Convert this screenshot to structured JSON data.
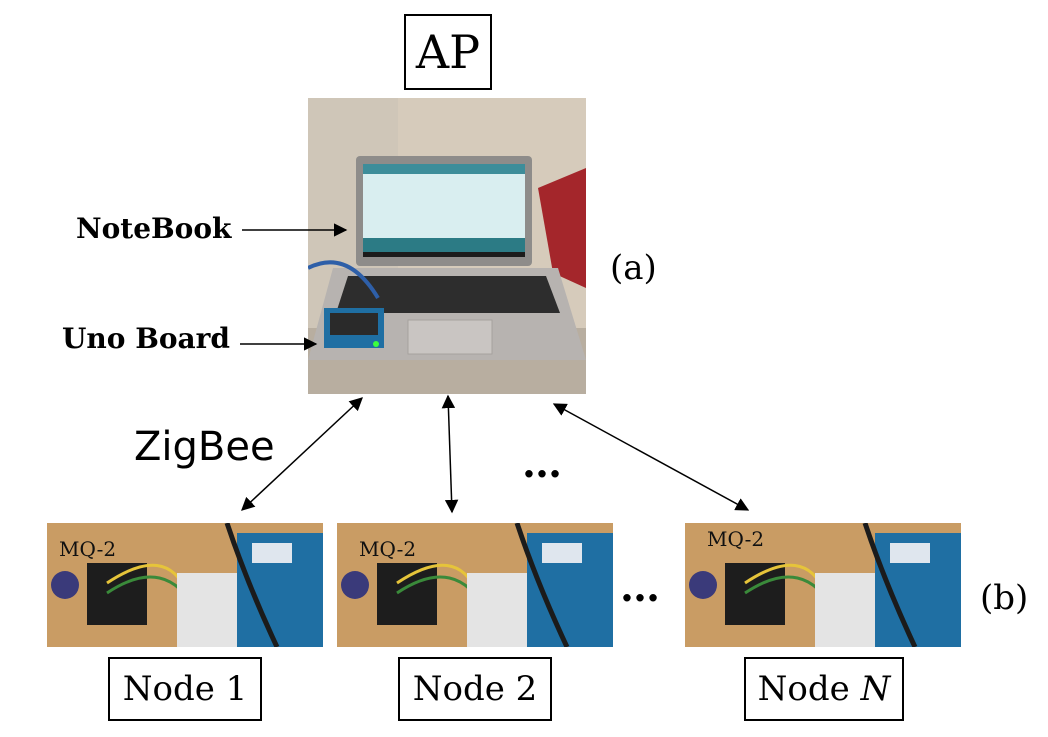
{
  "ap": {
    "label": "AP"
  },
  "notebook_label": "NoteBook",
  "uno_label": "Uno Board",
  "tag_a": "(a)",
  "tag_b": "(b)",
  "zigbee_label": "ZigBee",
  "ellipsis_top": "…",
  "ellipsis_bottom": "…",
  "nodes": [
    {
      "label": "Node 1",
      "sensor": "MQ-2"
    },
    {
      "label": "Node 2",
      "sensor": "MQ-2"
    },
    {
      "label_prefix": "Node ",
      "label_var": "N",
      "sensor": "MQ-2"
    }
  ],
  "colors": {
    "line": "#000000",
    "wall": "#d8cfc0",
    "laptop": "#b9b6b3",
    "screen": "#bfe3e6",
    "wood": "#c79a63",
    "arduino": "#1f6fa3"
  }
}
